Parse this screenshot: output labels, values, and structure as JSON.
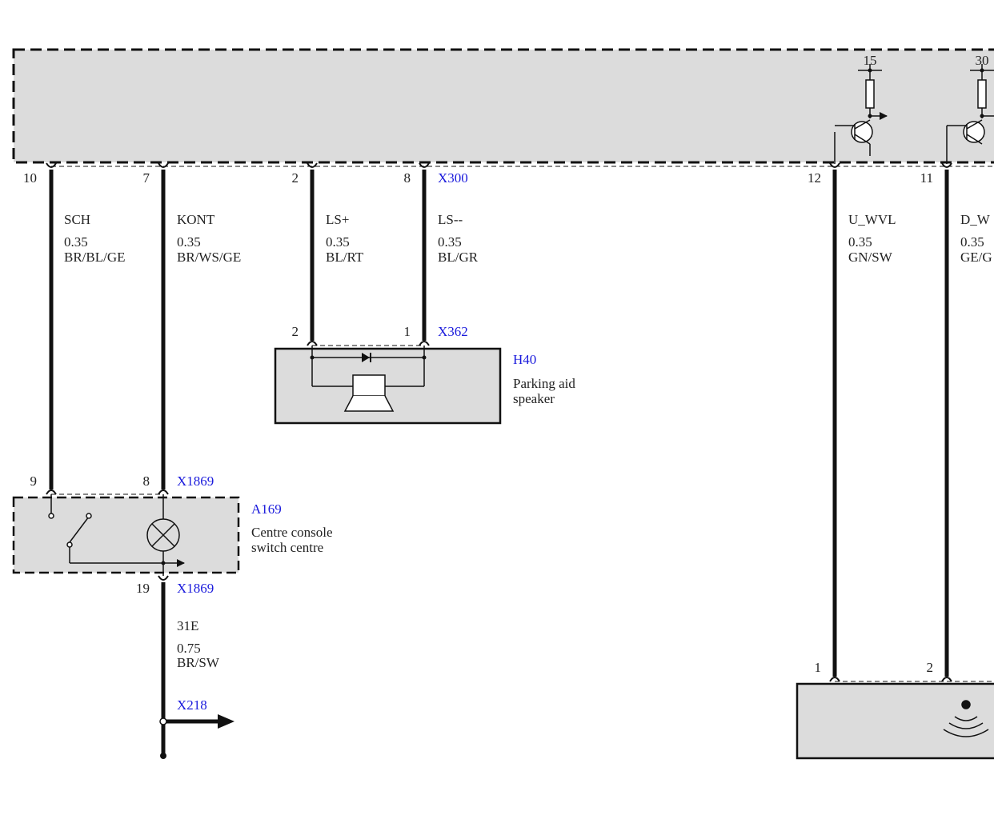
{
  "colors": {
    "box_fill": "#dcdcdc",
    "line": "#111111",
    "text": "#222222",
    "connector_label": "#1a1adc"
  },
  "top_module": {
    "pins": {
      "p10": "10",
      "p7": "7",
      "p2": "2",
      "p8": "8",
      "p12": "12",
      "p11": "11"
    },
    "connector": "X300",
    "terminal_15": "15",
    "terminal_30": "30"
  },
  "wires": {
    "sch": {
      "signal": "SCH",
      "gauge": "0.35",
      "color": "BR/BL/GE"
    },
    "kont": {
      "signal": "KONT",
      "gauge": "0.35",
      "color": "BR/WS/GE"
    },
    "ls_plus": {
      "signal": "LS+",
      "gauge": "0.35",
      "color": "BL/RT"
    },
    "ls_minus": {
      "signal": "LS--",
      "gauge": "0.35",
      "color": "BL/GR"
    },
    "u_wvl": {
      "signal": "U_WVL",
      "gauge": "0.35",
      "color": "GN/SW"
    },
    "d_wvl": {
      "signal": "D_W",
      "gauge": "0.35",
      "color": "GE/G"
    },
    "ground": {
      "signal": "31E",
      "gauge": "0.75",
      "color": "BR/SW"
    }
  },
  "speaker": {
    "connector": "X362",
    "pin_left": "2",
    "pin_right": "1",
    "id": "H40",
    "name_line1": "Parking aid",
    "name_line2": "speaker"
  },
  "switch_centre": {
    "connector_top": "X1869",
    "pin_9": "9",
    "pin_8": "8",
    "id": "A169",
    "name_line1": "Centre console",
    "name_line2": "switch centre",
    "connector_bottom": "X1869",
    "pin_19": "19"
  },
  "ground_connector": "X218",
  "sensor": {
    "pin_1": "1",
    "pin_2": "2"
  }
}
